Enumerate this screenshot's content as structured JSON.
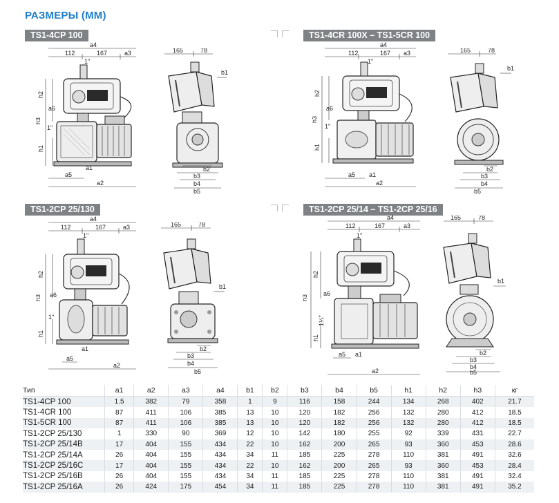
{
  "page": {
    "title": "РАЗМЕРЫ (ММ)"
  },
  "sections": [
    {
      "label": "TS1-4CP 100",
      "front": {
        "a4": "a4",
        "a1": "112",
        "mid": "167",
        "a3": "a3",
        "h2": "h2",
        "h3": "h3",
        "a6": "a6",
        "h1": "h1",
        "a5": "a5",
        "a1b": "a1",
        "a2": "a2",
        "thread": "1\"",
        "thread2": "1\""
      },
      "side": {
        "w1": "165",
        "w2": "78",
        "b1": "b1",
        "b2": "b2",
        "b3": "b3",
        "b4": "b4",
        "b5": "b5"
      }
    },
    {
      "label": "TS1-4CR 100X  –  TS1-5CR 100",
      "front": {
        "a4": "a4",
        "a1": "112",
        "mid": "167",
        "a3": "a3",
        "h2": "h2",
        "h3": "h3",
        "a6": "a6",
        "h1": "h1",
        "a5": "a5",
        "a1b": "a1",
        "a2": "a2",
        "thread": "1\"",
        "thread2": "1\""
      },
      "side": {
        "w1": "165",
        "w2": "78",
        "b1": "b1",
        "b2": "b2",
        "b3": "b3",
        "b4": "b4",
        "b5": "b5"
      }
    },
    {
      "label": "TS1-2CP 25/130",
      "front": {
        "a4": "a4",
        "a1": "112",
        "mid": "167",
        "a3": "a3",
        "h2": "h2",
        "h3": "h3",
        "a6": "a6",
        "h1": "h1",
        "a5": "a5",
        "a1b": "a1",
        "a2": "a2",
        "thread": "1\"",
        "thread2": "1\""
      },
      "side": {
        "w1": "165",
        "w2": "78",
        "b1": "b1",
        "b2": "b2",
        "b3": "b3",
        "b4": "b4",
        "b5": "b5"
      }
    },
    {
      "label": "TS1-2CP 25/14  –  TS1-2CP 25/16",
      "front": {
        "a4": "a4",
        "a1": "112",
        "mid": "167",
        "a3": "a3",
        "h2": "h2",
        "h3": "h3",
        "a6": "a6",
        "h1": "h1",
        "a5": "a5",
        "a1b": "a1",
        "a2": "a2",
        "thread": "1\"",
        "thread2": "1¼\""
      },
      "side": {
        "w1": "165",
        "w2": "78",
        "b1": "b1",
        "b2": "b2",
        "b3": "b3",
        "b4": "b4",
        "b5": "b5"
      }
    }
  ],
  "table": {
    "headers": [
      "Тип",
      "a1",
      "a2",
      "a3",
      "a4",
      "b1",
      "b2",
      "b3",
      "b4",
      "b5",
      "h1",
      "h2",
      "h3",
      "кг"
    ],
    "rows": [
      [
        "TS1-4CP 100",
        "1.5",
        "382",
        "79",
        "358",
        "1",
        "9",
        "116",
        "158",
        "244",
        "134",
        "268",
        "402",
        "21.7"
      ],
      [
        "TS1-4CR 100",
        "87",
        "411",
        "106",
        "385",
        "13",
        "10",
        "120",
        "182",
        "256",
        "132",
        "280",
        "412",
        "18.5"
      ],
      [
        "TS1-5CR 100",
        "87",
        "411",
        "106",
        "385",
        "13",
        "10",
        "120",
        "182",
        "256",
        "132",
        "280",
        "412",
        "18.5"
      ],
      [
        "TS1-2CP 25/130",
        "1",
        "330",
        "90",
        "369",
        "12",
        "10",
        "142",
        "180",
        "255",
        "92",
        "339",
        "431",
        "22.7"
      ],
      [
        "TS1-2CP 25/14B",
        "17",
        "404",
        "155",
        "434",
        "22",
        "10",
        "162",
        "200",
        "265",
        "93",
        "360",
        "453",
        "28.6"
      ],
      [
        "TS1-2CP 25/14A",
        "26",
        "404",
        "155",
        "434",
        "34",
        "11",
        "185",
        "225",
        "278",
        "110",
        "381",
        "491",
        "32.6"
      ],
      [
        "TS1-2CP 25/16C",
        "17",
        "404",
        "155",
        "434",
        "22",
        "10",
        "162",
        "200",
        "265",
        "93",
        "360",
        "453",
        "28.4"
      ],
      [
        "TS1-2CP 25/16B",
        "26",
        "404",
        "155",
        "434",
        "34",
        "11",
        "185",
        "225",
        "278",
        "110",
        "381",
        "491",
        "32.4"
      ],
      [
        "TS1-2CP 25/16A",
        "26",
        "424",
        "175",
        "454",
        "34",
        "11",
        "185",
        "225",
        "278",
        "110",
        "381",
        "491",
        "35.2"
      ]
    ]
  }
}
